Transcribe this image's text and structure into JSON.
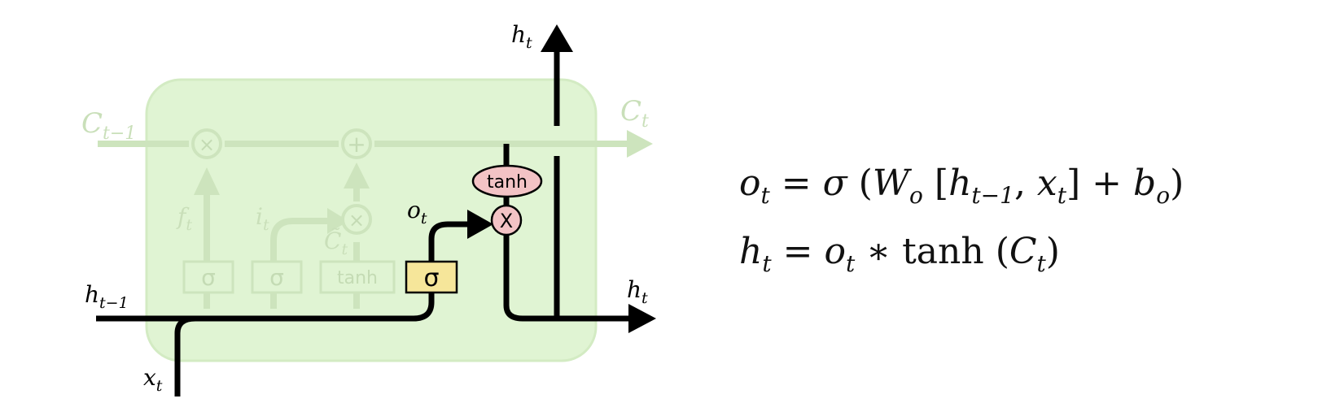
{
  "diagram": {
    "faded_labels": {
      "c_prev": "C",
      "c_prev_sub": "t−1",
      "c_next": "C",
      "c_next_sub": "t",
      "f": "f",
      "f_sub": "t",
      "i": "i",
      "i_sub": "t",
      "c_tilde": "C̃",
      "c_tilde_sub": "t",
      "sigma_1": "σ",
      "sigma_2": "σ",
      "tanh_box": "tanh",
      "times_1": "×",
      "plus": "+",
      "times_2": "×"
    },
    "active_labels": {
      "h_top": "h",
      "h_top_sub": "t",
      "h_prev": "h",
      "h_prev_sub": "t−1",
      "h_right": "h",
      "h_right_sub": "t",
      "x": "x",
      "x_sub": "t",
      "o": "o",
      "o_sub": "t",
      "sigma_gate": "σ",
      "tanh_oval": "tanh",
      "times_node": "X"
    },
    "colors": {
      "cell_fill": "#e0f4d3",
      "cell_border": "#d3ebc3",
      "faded": "#cde4bd",
      "faded_text": "#c4dbb4",
      "sigma_gate": "#f6e69a",
      "pink_node": "#f3c3c5",
      "active_line": "#000000"
    }
  },
  "equations": {
    "eq1": {
      "lhs": "o",
      "lhs_sub": "t",
      "eq": " = ",
      "sigma": "σ",
      "open": " (",
      "W": "W",
      "W_sub": "o",
      "bracket_open": "  [",
      "h": "h",
      "h_sub": "t−1",
      "comma": ", ",
      "x": "x",
      "x_sub": "t",
      "bracket_close": "]  +  ",
      "b": "b",
      "b_sub": "o",
      "close": ")"
    },
    "eq2": {
      "lhs": "h",
      "lhs_sub": "t",
      "eq": " = ",
      "o": "o",
      "o_sub": "t",
      "star": " ∗ ",
      "fn": "tanh",
      "open": " (",
      "C": "C",
      "C_sub": "t",
      "close": ")"
    }
  }
}
